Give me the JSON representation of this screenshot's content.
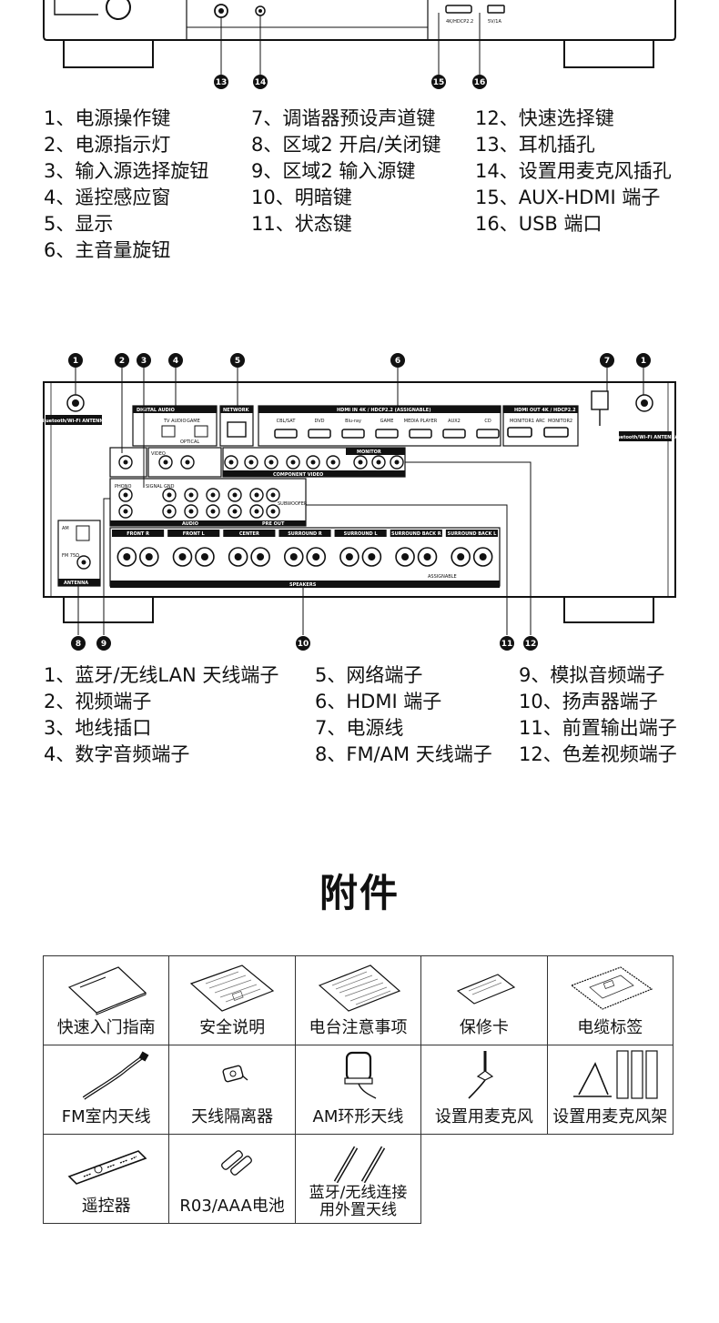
{
  "front_panel": {
    "callouts": [
      "13",
      "14",
      "15",
      "16"
    ],
    "port_labels": {
      "aux_hdmi": "4K/HDCP2.2",
      "usb": "5V/1A"
    },
    "legend_col1": [
      "1、电源操作键",
      "2、电源指示灯",
      "3、输入源选择旋钮",
      "4、遥控感应窗",
      "5、显示",
      "6、主音量旋钮"
    ],
    "legend_col2": [
      "7、调谐器预设声道键",
      "8、区域2 开启/关闭键",
      "9、区域2 输入源键",
      "10、明暗键",
      "11、状态键"
    ],
    "legend_col3": [
      "12、快速选择键",
      "13、耳机插孔",
      "14、设置用麦克风插孔",
      "15、AUX-HDMI 端子",
      "16、USB 端口"
    ]
  },
  "rear_panel": {
    "top_callouts": [
      "1",
      "2",
      "3",
      "4",
      "5",
      "6",
      "7",
      "1"
    ],
    "bottom_callouts": [
      "8",
      "9",
      "10",
      "11",
      "12"
    ],
    "labels": {
      "bt_antenna": "Bluetooth/Wi-Fi ANTENNA",
      "digital_audio": "DIGITAL AUDIO",
      "tv_audio": "TV AUDIO",
      "game": "GAME",
      "optical": "OPTICAL",
      "network": "NETWORK",
      "hdmi_in": "HDMI IN 4K / HDCP2.2 (ASSIGNABLE)",
      "hdmi_inputs": [
        "CBL/SAT",
        "DVD",
        "Blu-ray",
        "GAME",
        "MEDIA PLAYER",
        "AUX2",
        "CD"
      ],
      "hdmi_out": "HDMI OUT 4K / HDCP2.2",
      "monitor_arc": "MONITOR1 ARC",
      "monitor2": "MONITOR2",
      "component_video": "COMPONENT VIDEO",
      "monitor": "MONITOR",
      "video": "VIDEO",
      "phono": "PHONO",
      "signal_gnd": "SIGNAL GND",
      "audio": "AUDIO",
      "pre_out": "PRE OUT",
      "subwoofer": "SUBWOOFER",
      "am": "AM",
      "fm": "FM 75Ω",
      "antenna": "ANTENNA",
      "speakers": "SPEAKERS",
      "speaker_groups": [
        "FRONT R",
        "FRONT L",
        "CENTER",
        "SURROUND R",
        "SURROUND L",
        "SURROUND BACK R",
        "SURROUND BACK L"
      ],
      "assignable": "ASSIGNABLE"
    },
    "legend_col1": [
      "1、蓝牙/无线LAN 天线端子",
      "2、视频端子",
      "3、地线插口",
      "4、数字音频端子"
    ],
    "legend_col2": [
      "5、网络端子",
      "6、HDMI 端子",
      "7、电源线",
      "8、FM/AM 天线端子"
    ],
    "legend_col3": [
      "9、模拟音频端子",
      "10、扬声器端子",
      "11、前置输出端子",
      "12、色差视频端子"
    ]
  },
  "accessories": {
    "title": "附件",
    "items": [
      {
        "label": "快速入门指南",
        "icon": "manual-icon"
      },
      {
        "label": "安全说明",
        "icon": "safety-sheet-icon"
      },
      {
        "label": "电台注意事项",
        "icon": "notes-sheet-icon"
      },
      {
        "label": "保修卡",
        "icon": "warranty-card-icon"
      },
      {
        "label": "电缆标签",
        "icon": "cable-labels-icon"
      },
      {
        "label": "FM室内天线",
        "icon": "fm-antenna-icon"
      },
      {
        "label": "天线隔离器",
        "icon": "antenna-isolator-icon"
      },
      {
        "label": "AM环形天线",
        "icon": "am-loop-antenna-icon"
      },
      {
        "label": "设置用麦克风",
        "icon": "setup-mic-icon"
      },
      {
        "label": "设置用麦克风架",
        "icon": "mic-stand-icon"
      },
      {
        "label": "遥控器",
        "icon": "remote-icon"
      },
      {
        "label": "R03/AAA电池",
        "icon": "batteries-icon"
      },
      {
        "label": "蓝牙/无线连接用外置天线",
        "label_line1": "蓝牙/无线连接",
        "label_line2": "用外置天线",
        "icon": "external-antenna-icon"
      }
    ]
  }
}
